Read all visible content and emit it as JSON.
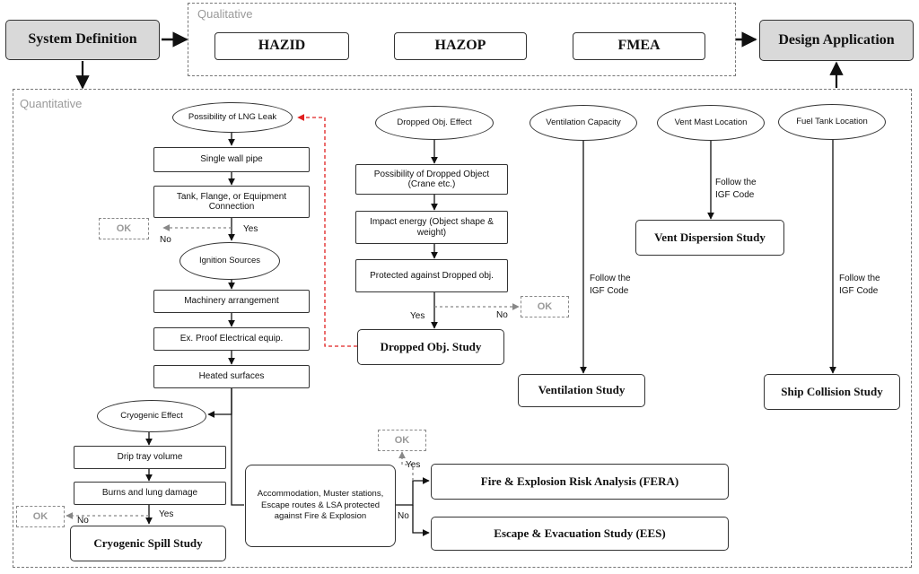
{
  "qualitative": {
    "label": "Qualitative",
    "items": [
      "HAZID",
      "HAZOP",
      "FMEA"
    ]
  },
  "quantitative": {
    "label": "Quantitative"
  },
  "system_definition": "System Definition",
  "design_application": "Design Application",
  "lng_chain": {
    "source": "Possibility of LNG Leak",
    "steps": [
      "Single wall pipe",
      "Tank, Flange, or Equipment Connection"
    ],
    "ignition": "Ignition Sources",
    "ignition_steps": [
      "Machinery arrangement",
      "Ex. Proof Electrical equip.",
      "Heated surfaces"
    ],
    "cryogenic": "Cryogenic Effect",
    "cryogenic_steps": [
      "Drip tray volume",
      "Burns and lung damage"
    ],
    "cryogenic_study": "Cryogenic Spill Study"
  },
  "dropped": {
    "source": "Dropped Obj. Effect",
    "steps": [
      "Possibility of Dropped Object (Crane etc.)",
      "Impact energy (Object shape & weight)",
      "Protected against Dropped obj."
    ],
    "study": "Dropped Obj. Study"
  },
  "ventilation": {
    "source": "Ventilation Capacity",
    "note": "Follow the IGF Code",
    "study": "Ventilation Study"
  },
  "vent_mast": {
    "source": "Vent Mast Location",
    "note": "Follow the IGF Code",
    "study": "Vent Dispersion Study"
  },
  "fuel_tank": {
    "source": "Fuel Tank Location",
    "note": "Follow the IGF Code",
    "study": "Ship Collision Study"
  },
  "accommodation": "Accommodation, Muster stations, Escape routes & LSA protected against Fire & Explosion",
  "fera": "Fire & Explosion Risk Analysis (FERA)",
  "ees": "Escape & Evacuation Study (EES)",
  "ok": "OK",
  "yes": "Yes",
  "no": "No",
  "colors": {
    "box_fill": "#d9d9d9",
    "red_link": "#e02020",
    "region_border": "#777777"
  }
}
